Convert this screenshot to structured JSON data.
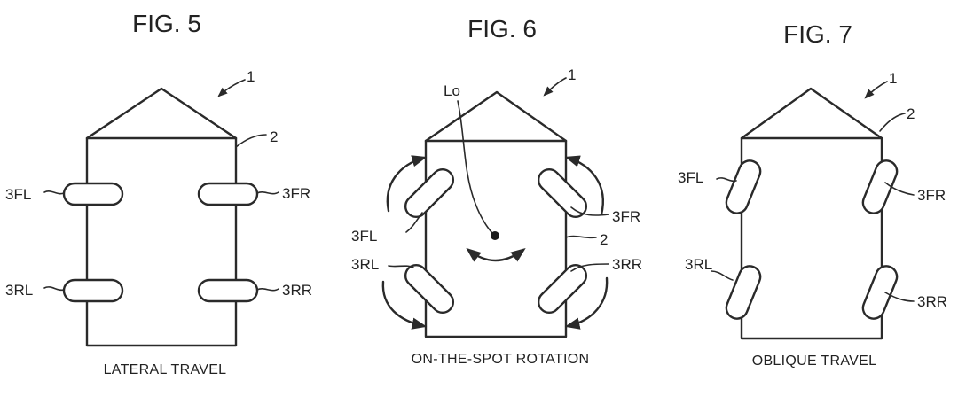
{
  "figures": [
    {
      "title": "FIG. 5",
      "caption": "LATERAL TRAVEL",
      "ref_vehicle": "1",
      "ref_body": "2",
      "wheels": {
        "fl": "3FL",
        "fr": "3FR",
        "rl": "3RL",
        "rr": "3RR"
      }
    },
    {
      "title": "FIG. 6",
      "caption": "ON-THE-SPOT ROTATION",
      "ref_vehicle": "1",
      "ref_body": "2",
      "ref_center": "Lo",
      "wheels": {
        "fl": "3FL",
        "fr": "3FR",
        "rl": "3RL",
        "rr": "3RR"
      }
    },
    {
      "title": "FIG. 7",
      "caption": "OBLIQUE TRAVEL",
      "ref_vehicle": "1",
      "ref_body": "2",
      "wheels": {
        "fl": "3FL",
        "fr": "3FR",
        "rl": "3RL",
        "rr": "3RR"
      }
    }
  ]
}
